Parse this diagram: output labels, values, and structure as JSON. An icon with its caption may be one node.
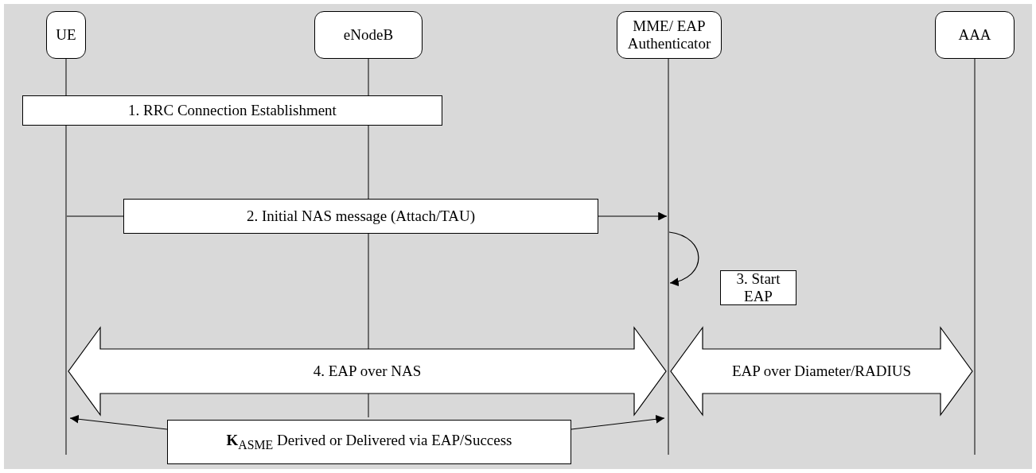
{
  "diagram": {
    "nodes": [
      {
        "text": [
          "UE"
        ]
      },
      {
        "text": [
          "eNodeB"
        ]
      },
      {
        "text": [
          "MME/ EAP Authenticator"
        ]
      },
      {
        "text": [
          "AAA"
        ]
      },
      {
        "text": [
          "1. RRC Connection Establishment"
        ]
      },
      {
        "text": [
          "2. Initial NAS message (Attach/TAU)"
        ]
      },
      {
        "text": [
          "3. Start EAP"
        ]
      },
      {
        "text": [
          "**K**$_{ASME}$ Derived or Delivered via EAP/Success"
        ]
      }
    ],
    "edges": [
      {
        "from": 0,
        "to": 5,
        "arrow": "none"
      },
      {
        "from": 5,
        "to": 2,
        "arrow": "to"
      },
      {
        "from": 2,
        "to": 2,
        "arrow": "to"
      },
      {
        "from": 0,
        "to": 2,
        "arrow": "both",
        "label": "4. EAP over NAS",
        "style": "thick"
      },
      {
        "from": 2,
        "to": 3,
        "arrow": "both",
        "label": "EAP over Diameter/RADIUS",
        "style": "thick"
      },
      {
        "from": 7,
        "to": 0,
        "arrow": "to"
      },
      {
        "from": 7,
        "to": 2,
        "arrow": "to"
      }
    ]
  }
}
